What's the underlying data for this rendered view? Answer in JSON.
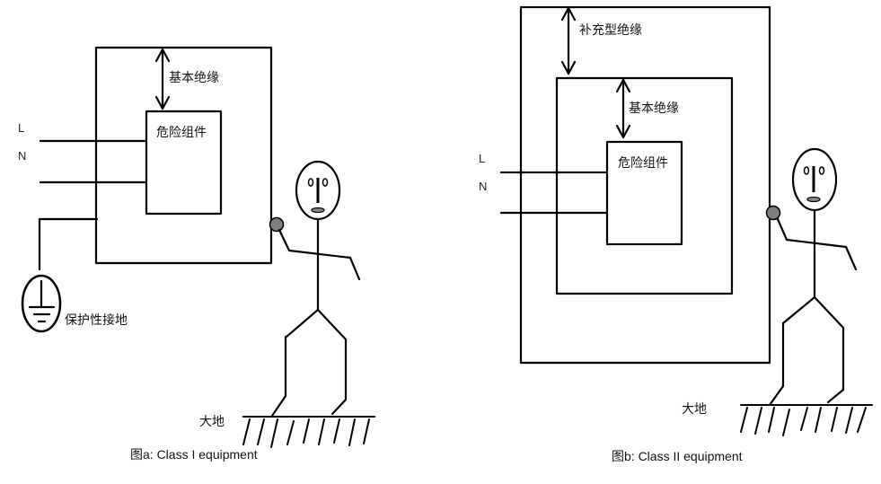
{
  "figure_a": {
    "basic_insulation_label": "基本绝缘",
    "hazard_component_label": "危险组件",
    "line_label": "L",
    "neutral_label": "N",
    "protective_earth_label": "保护性接地",
    "earth_label": "大地",
    "caption": "图a: Class I equipment"
  },
  "figure_b": {
    "supplementary_insulation_label": "补充型绝缘",
    "basic_insulation_label": "基本绝缘",
    "hazard_component_label": "危险组件",
    "line_label": "L",
    "neutral_label": "N",
    "earth_label": "大地",
    "caption": "图b: Class II equipment"
  },
  "colors": {
    "line": "#000000",
    "contact_point": "#7f7f7f",
    "background": "#ffffff"
  }
}
